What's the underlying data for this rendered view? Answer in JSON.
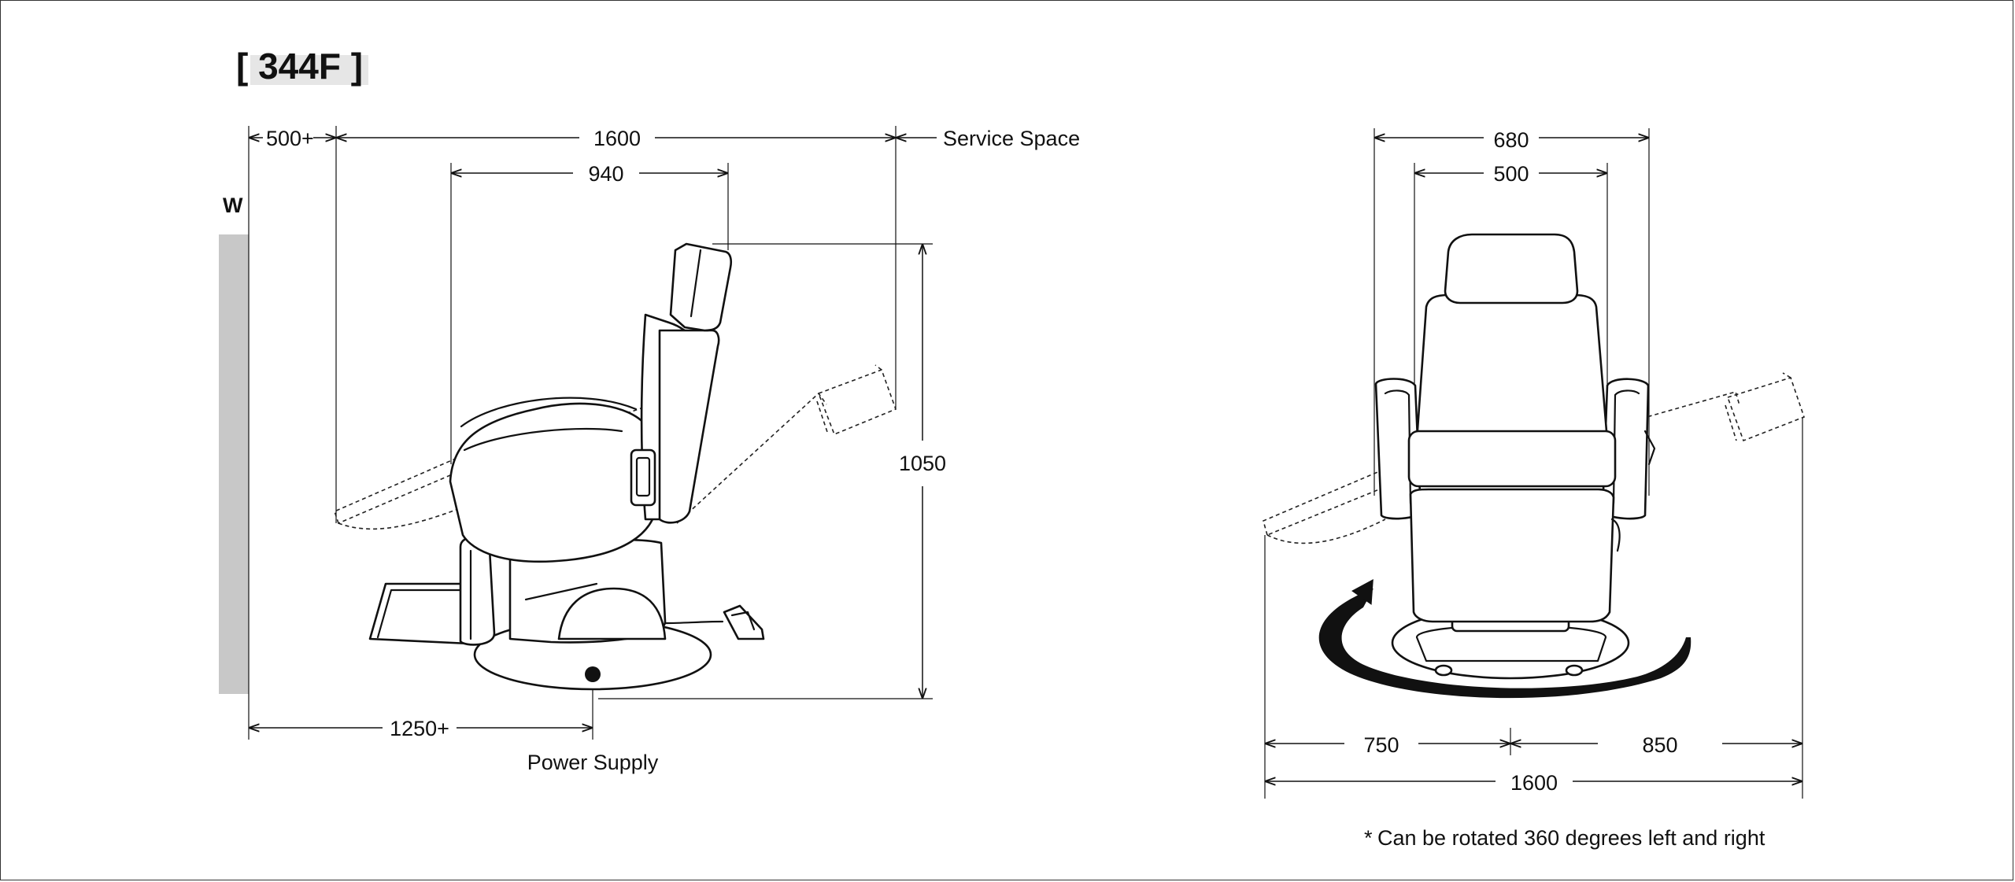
{
  "model": "[ 344F ]",
  "side_view": {
    "wall_label": "W",
    "dim_clearance": "500+",
    "dim_total": "1600",
    "dim_chair": "940",
    "service_space": "Service Space",
    "dim_height": "1050",
    "dim_power_offset": "1250+",
    "power_supply": "Power Supply"
  },
  "front_view": {
    "dim_width": "680",
    "dim_seat": "500",
    "dim_left": "750",
    "dim_right": "850",
    "dim_total": "1600",
    "note_mark": "*",
    "note": "Can be rotated 360 degrees left and right"
  }
}
